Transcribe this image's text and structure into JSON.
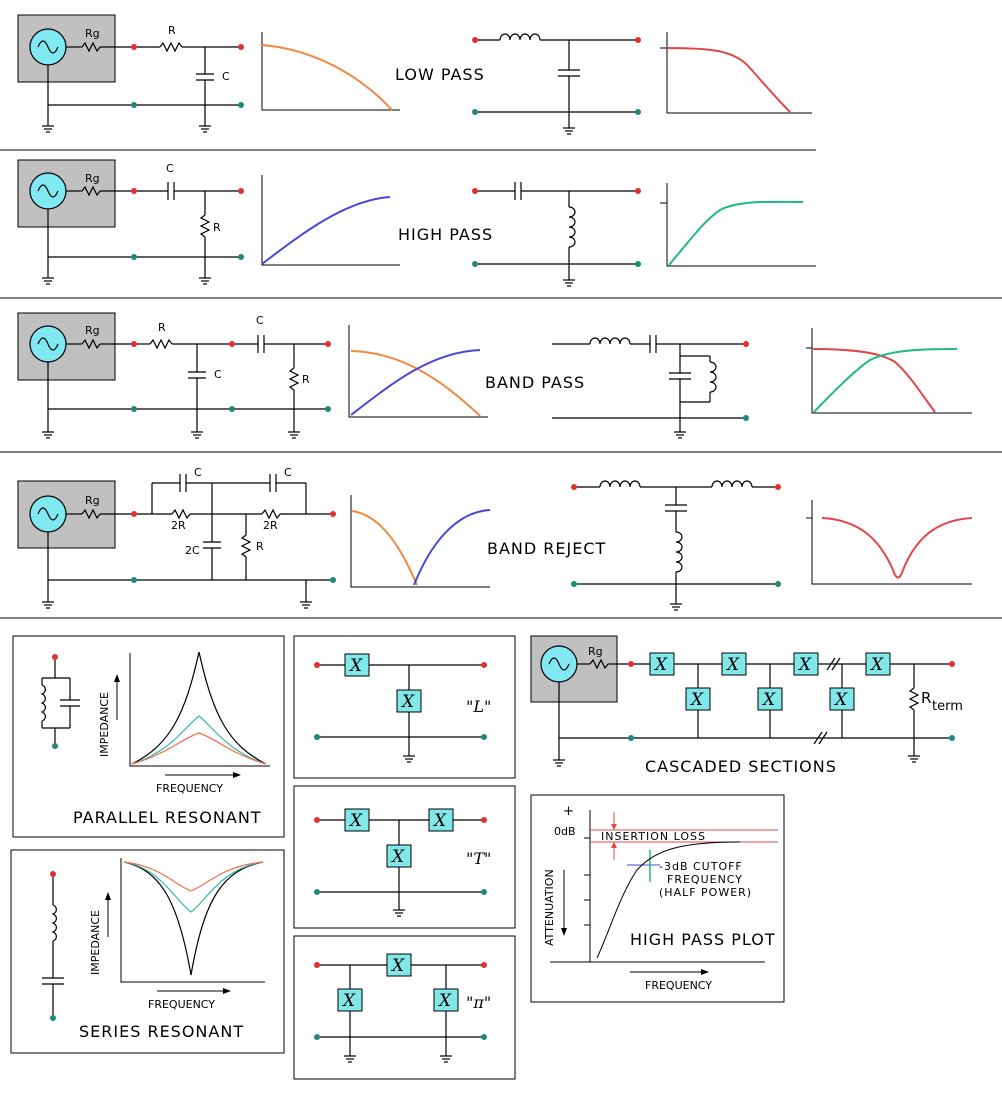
{
  "colors": {
    "generator_box": "#c0c0c0",
    "generator_circle": "#80e8f0",
    "terminal_red": "#e03030",
    "terminal_teal": "#208878",
    "curve_orange": "#f08840",
    "curve_red": "#e04848",
    "curve_blue": "#4848d8",
    "curve_green": "#20b888",
    "reactance_box": "#80e8e8",
    "resonant_orange": "#f07050",
    "resonant_teal": "#30b8a8"
  },
  "labels": {
    "rg": "Rg",
    "r": "R",
    "c": "C",
    "two_r": "2R",
    "two_c": "2C",
    "x": "X",
    "r_term": "R",
    "r_term_sub": "term"
  },
  "titles": {
    "low_pass": "LOW PASS",
    "high_pass": "HIGH PASS",
    "band_pass": "BAND PASS",
    "band_reject": "BAND REJECT",
    "parallel_resonant": "PARALLEL RESONANT",
    "series_resonant": "SERIES RESONANT",
    "cascaded_sections": "CASCADED SECTIONS",
    "high_pass_plot": "HIGH PASS PLOT"
  },
  "sections": {
    "l": "\"L\"",
    "t": "\"T\"",
    "pi": "\"π\""
  },
  "axis": {
    "impedance": "IMPEDANCE",
    "frequency": "FREQUENCY",
    "attenuation": "ATTENUATION",
    "plus": "+",
    "zero_db": "0dB",
    "insertion_loss": "INSERTION LOSS",
    "cutoff_1": "-3dB CUTOFF",
    "cutoff_2": "FREQUENCY",
    "cutoff_3": "(HALF POWER)"
  }
}
